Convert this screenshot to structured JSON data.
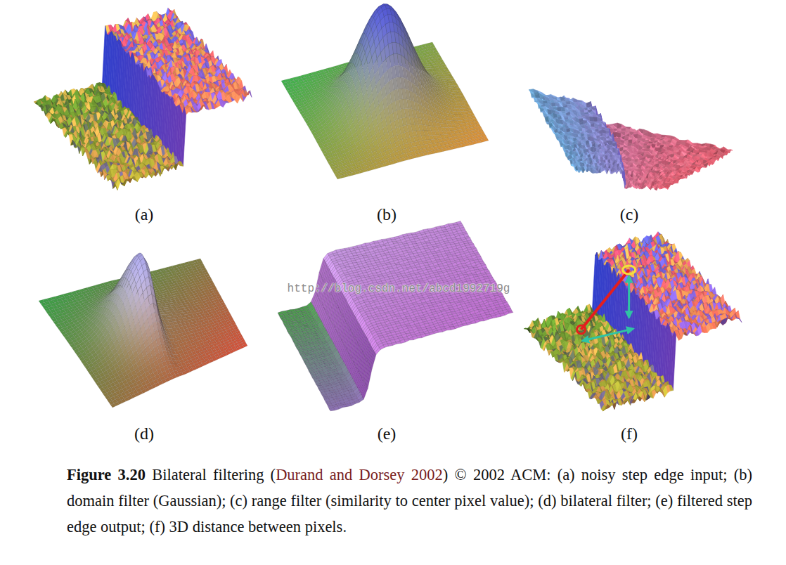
{
  "diagram": {
    "caption": "Figure 3.20 Bilateral filtering (Durand and Dorsey 2002) © 2002 ACM: (a) noisy step edge input; (b) domain filter (Gaussian); (c) range filter (similarity to center pixel value); (d) bilateral filter; (e) filtered step edge output; (f) 3D distance between pixels.",
    "labels": [
      "(a)",
      "(b)",
      "(c)",
      "(d)",
      "(e)",
      "(f)",
      "http://blog.csdn.net/abcd1992719g"
    ]
  }
}
